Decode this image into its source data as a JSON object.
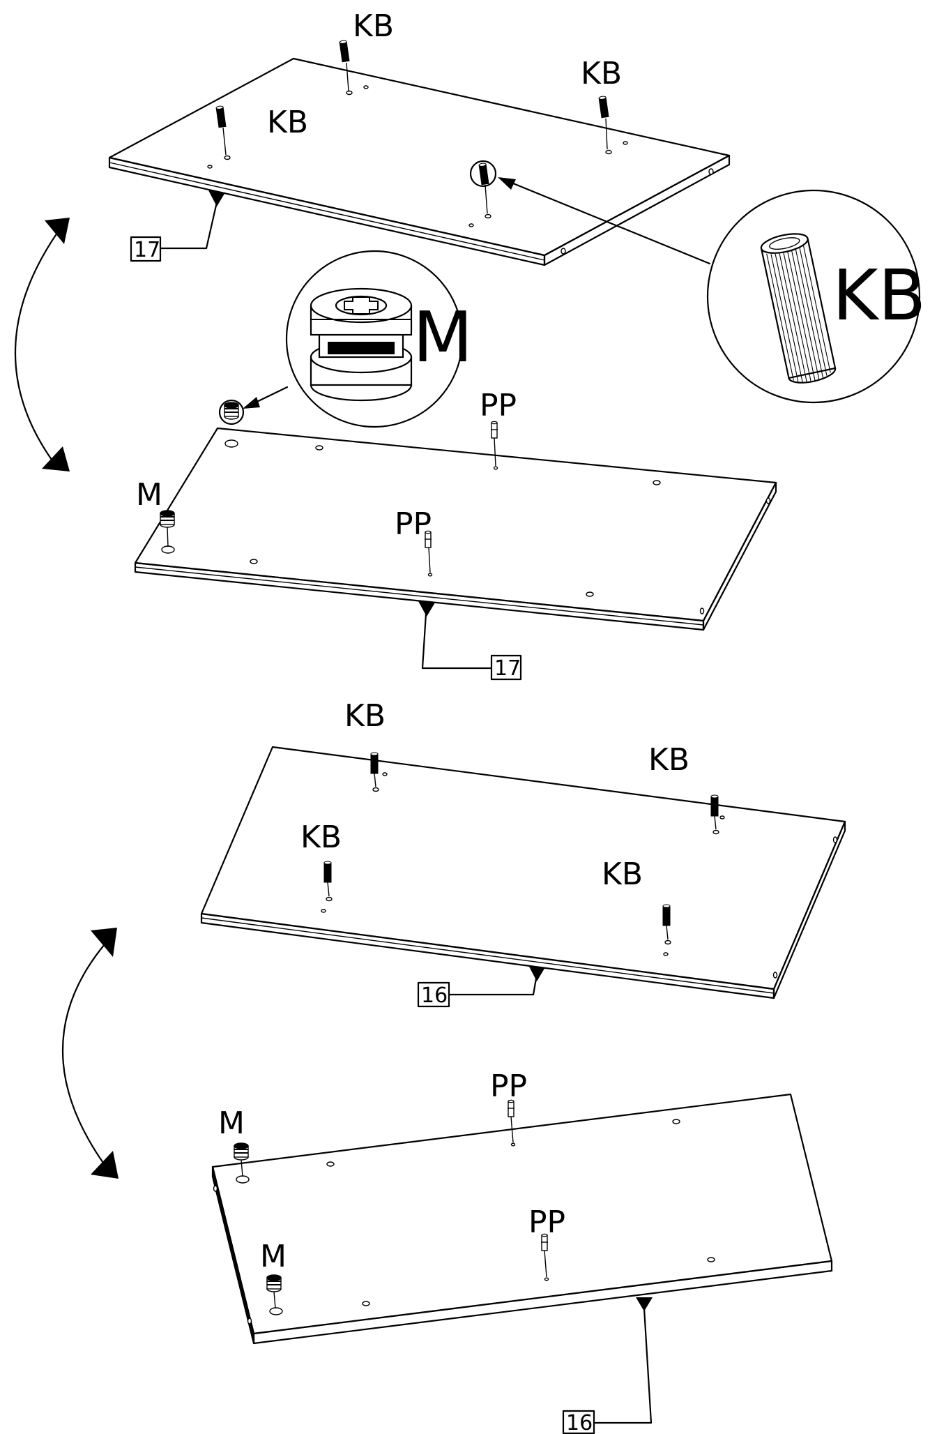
{
  "callouts": {
    "part_17_top": "17",
    "part_17_bottom": "17",
    "part_16_top": "16",
    "part_16_bottom": "16"
  },
  "hardware_labels": {
    "kb_a1": "KB",
    "kb_a2": "KB",
    "kb_a3": "KB",
    "kb_detail": "KB",
    "m_detail": "M",
    "pp_b1": "PP",
    "pp_b2": "PP",
    "m_b1": "M",
    "kb_c1": "KB",
    "kb_c2": "KB",
    "kb_c3": "KB",
    "kb_c4": "KB",
    "pp_d1": "PP",
    "pp_d2": "PP",
    "m_d1": "M",
    "m_d2": "M"
  },
  "icons": [
    "flip-arrow-icon",
    "dowel-icon",
    "cam-lock-icon",
    "pin-icon"
  ]
}
